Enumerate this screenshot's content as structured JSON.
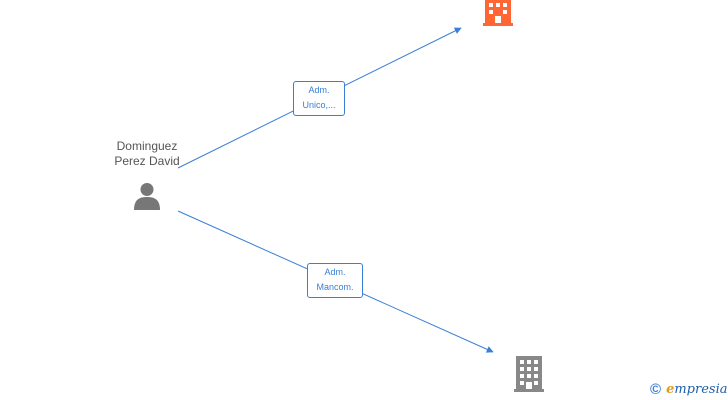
{
  "person": {
    "name_line1": "Dominguez",
    "name_line2": "Perez David",
    "icon": "person-icon"
  },
  "relations": [
    {
      "label_line1": "Adm.",
      "label_line2": "Unico,...",
      "target": "company-top"
    },
    {
      "label_line1": "Adm.",
      "label_line2": "Mancom.",
      "target": "company-bottom"
    }
  ],
  "companies": [
    {
      "id": "company-top",
      "icon": "building-icon",
      "color": "#ff6633"
    },
    {
      "id": "company-bottom",
      "icon": "building-icon",
      "color": "#888888"
    }
  ],
  "watermark": {
    "symbol": "©",
    "brand_initial": "e",
    "brand_rest": "mpresia"
  },
  "colors": {
    "edge": "#3a7fd6",
    "person": "#777777"
  }
}
